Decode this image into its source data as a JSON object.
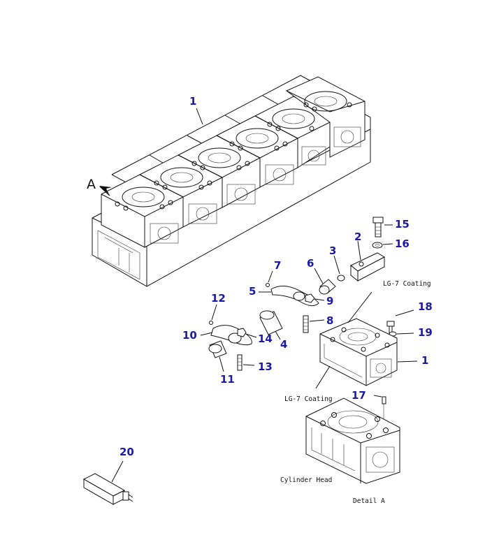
{
  "callouts": {
    "c1_top": "1",
    "c2": "2",
    "c3": "3",
    "c4": "4",
    "c5": "5",
    "c6": "6",
    "c7": "7",
    "c8": "8",
    "c9": "9",
    "c10": "10",
    "c11": "11",
    "c12": "12",
    "c13": "13",
    "c14": "14",
    "c15": "15",
    "c16": "16",
    "c17": "17",
    "c18": "18",
    "c19": "19",
    "c1_detail": "1",
    "c20": "20"
  },
  "callout_color": "#1a1aa8",
  "labels": {
    "view_letter": "A",
    "coating_upper": "LG-7 Coating",
    "coating_lower": "LG-7 Coating",
    "cylinder_head": "Cylinder Head",
    "detail": "Detail A"
  }
}
